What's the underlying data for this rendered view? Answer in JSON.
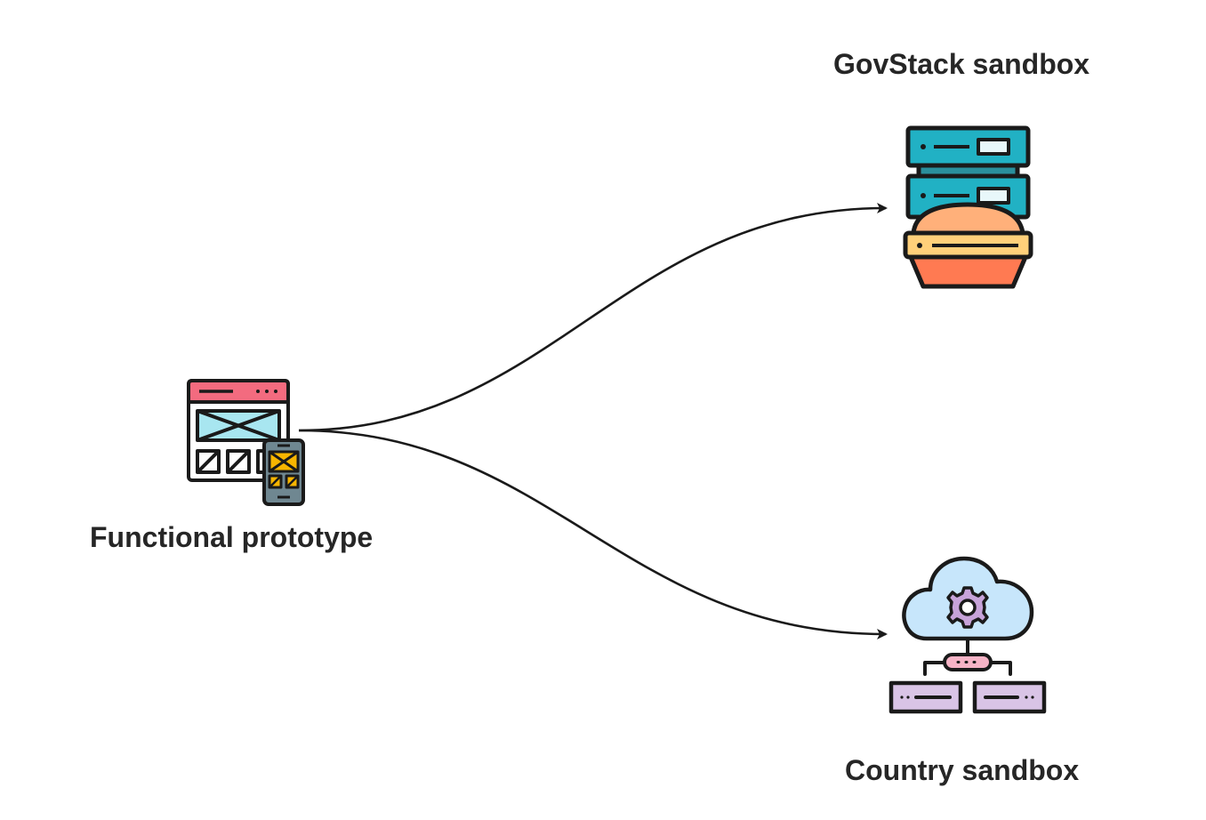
{
  "nodes": {
    "govstack": {
      "label": "GovStack sandbox",
      "icon": "server-stack-icon"
    },
    "prototype": {
      "label": "Functional prototype",
      "icon": "wireframe-devices-icon"
    },
    "country": {
      "label": "Country sandbox",
      "icon": "cloud-network-icon"
    }
  },
  "edges": [
    {
      "from": "Functional prototype",
      "to": "GovStack sandbox"
    },
    {
      "from": "Functional prototype",
      "to": "Country sandbox"
    }
  ],
  "colors": {
    "stroke": "#1a1a1a",
    "text": "#262626",
    "server_teal": "#21b1c4",
    "server_dark": "#2a8f9c",
    "cake_top": "#ffb07a",
    "cake_band": "#ffd07a",
    "cake_base": "#ff7a52",
    "browser_bar": "#f36b7f",
    "wire_blue": "#a8e6f0",
    "phone_gray": "#6f8791",
    "phone_yellow": "#f7b500",
    "cloud_blue": "#c7e6fb",
    "gear_purple": "#c7a3d9",
    "pink_bar": "#f6b3c6",
    "box_lilac": "#d9c4e6"
  }
}
